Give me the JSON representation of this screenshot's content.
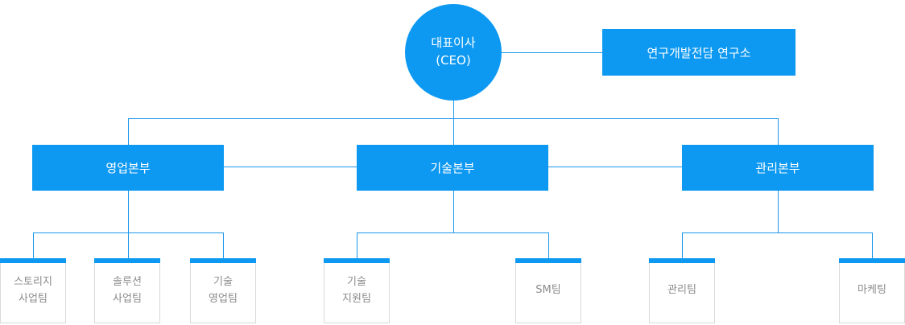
{
  "colors": {
    "primary_blue": "#0d99f2",
    "line_blue": "#1a96ea",
    "team_text": "#8b8b8b",
    "team_border": "#d9d9d9"
  },
  "ceo": {
    "label": "대표이사\n(CEO)"
  },
  "research": {
    "label": "연구개발전담 연구소"
  },
  "divisions": [
    {
      "label": "영업본부"
    },
    {
      "label": "기술본부"
    },
    {
      "label": "관리본부"
    }
  ],
  "teams": [
    {
      "label": "스토리지\n사업팀"
    },
    {
      "label": "솔루션\n사업팀"
    },
    {
      "label": "기술\n영업팀"
    },
    {
      "label": "기술\n지원팀"
    },
    {
      "label": "SM팀"
    },
    {
      "label": "관리팀"
    },
    {
      "label": "마케팅"
    }
  ]
}
